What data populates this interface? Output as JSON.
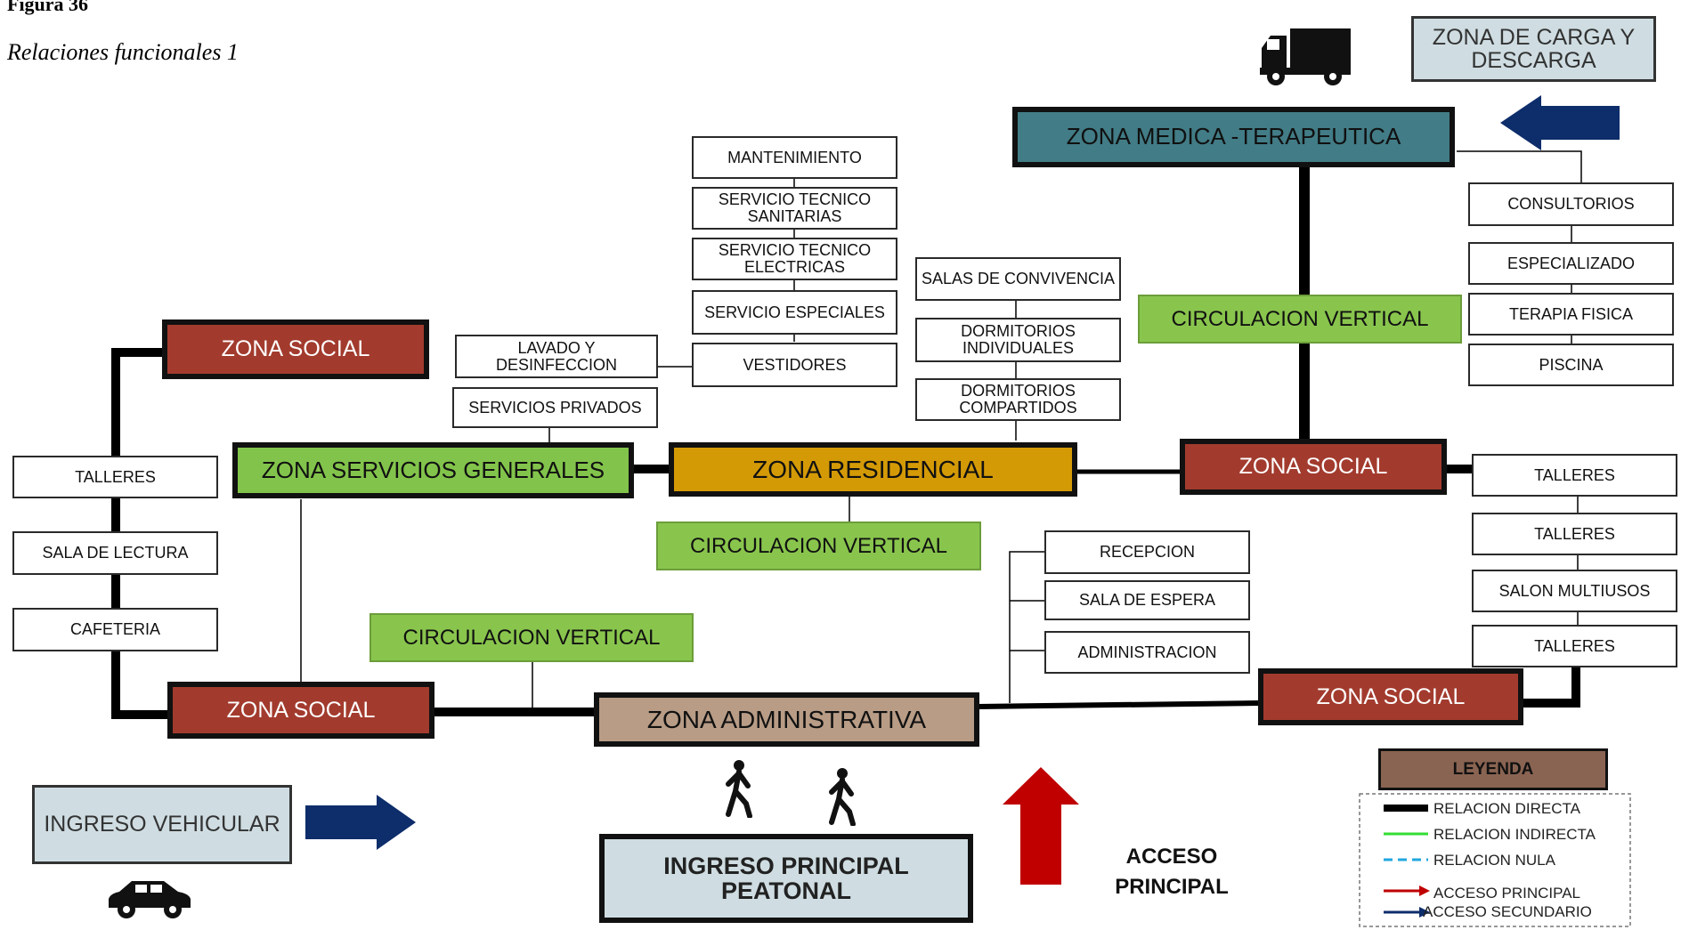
{
  "caption": {
    "figure": "Figura 36",
    "subtitle": "Relaciones funcionales 1"
  },
  "zones": {
    "medica": "ZONA MEDICA -TERAPEUTICA",
    "carga": "ZONA DE CARGA Y DESCARGA",
    "social_left": "ZONA SOCIAL",
    "social_right": "ZONA SOCIAL",
    "social_bottom_left": "ZONA SOCIAL",
    "social_bottom_right": "ZONA SOCIAL",
    "servicios": "ZONA SERVICIOS GENERALES",
    "residencial": "ZONA RESIDENCIAL",
    "administrativa": "ZONA ADMINISTRATIVA"
  },
  "circulations": {
    "top_right": "CIRCULACION VERTICAL",
    "middle": "CIRCULACION VERTICAL",
    "bottom": "CIRCULACION VERTICAL"
  },
  "spaces": {
    "mantenimiento": "MANTENIMIENTO",
    "sanitarias": "SERVICIO TECNICO SANITARIAS",
    "electricas": "SERVICIO TECNICO ELECTRICAS",
    "especiales": "SERVICIO ESPECIALES",
    "vestidores": "VESTIDORES",
    "lavado": "LAVADO Y DESINFECCION",
    "privados": "SERVICIOS PRIVADOS",
    "convivencia": "SALAS DE CONVIVENCIA",
    "individuales": "DORMITORIOS INDIVIDUALES",
    "compartidos": "DORMITORIOS COMPARTIDOS",
    "consultorios": "CONSULTORIOS",
    "especializado": "ESPECIALIZADO",
    "terapia": "TERAPIA FISICA",
    "piscina": "PISCINA",
    "talleres_left": "TALLERES",
    "lectura": "SALA DE LECTURA",
    "cafeteria": "CAFETERIA",
    "recepcion": "RECEPCION",
    "espera": "SALA DE ESPERA",
    "administracion": "ADMINISTRACION",
    "talleres_r1": "TALLERES",
    "talleres_r2": "TALLERES",
    "multiusos": "SALON MULTIUSOS",
    "talleres_r3": "TALLERES"
  },
  "access": {
    "vehicular": "INGRESO VEHICULAR",
    "peatonal": "INGRESO PRINCIPAL PEATONAL",
    "principal": "ACCESO PRINCIPAL"
  },
  "legend": {
    "title": "LEYENDA",
    "items": [
      "RELACION DIRECTA",
      "RELACION INDIRECTA",
      "RELACION NULA",
      "ACCESO PRINCIPAL",
      "ACCESO SECUNDARIO"
    ]
  },
  "icons": [
    "truck-icon",
    "car-icon",
    "pedestrian-icon",
    "arrow-up-icon",
    "arrow-right-icon",
    "arrow-left-icon"
  ],
  "colors": {
    "zona_social": "#a23b2e",
    "zona_verde": "#82c44b",
    "zona_residencial": "#d49a06",
    "zona_administrativa": "#b89c86",
    "zona_medica": "#427c86",
    "acceso_bg": "#cfdde2",
    "acceso_principal": "#c00000",
    "acceso_secundario": "#0d2d6b",
    "relacion_indirecta": "#33dd33",
    "relacion_nula": "#22a7e0"
  }
}
